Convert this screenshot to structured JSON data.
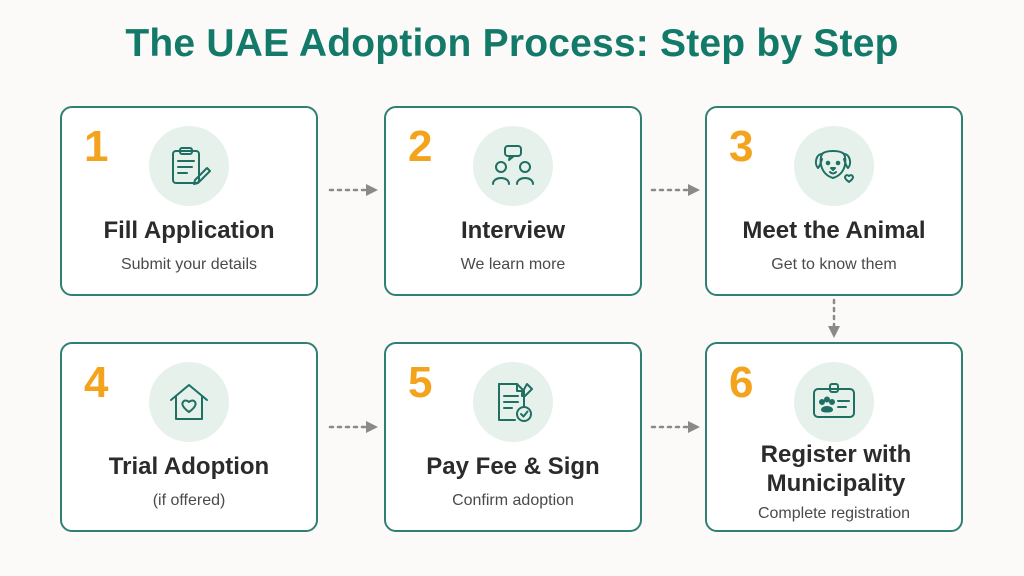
{
  "title": "The UAE Adoption Process: Step by Step",
  "steps": [
    {
      "number": "1",
      "label": "Fill Application",
      "description": "Submit your details",
      "icon": "clipboard-pencil-icon"
    },
    {
      "number": "2",
      "label": "Interview",
      "description": "We learn more",
      "icon": "people-chat-icon"
    },
    {
      "number": "3",
      "label": "Meet the Animal",
      "description": "Get to know them",
      "icon": "dog-heart-icon"
    },
    {
      "number": "4",
      "label": "Trial Adoption",
      "description": "(if offered)",
      "icon": "house-heart-icon"
    },
    {
      "number": "5",
      "label": "Pay Fee & Sign",
      "description": "Confirm adoption",
      "icon": "document-check-icon"
    },
    {
      "number": "6",
      "label": "Register with Municipality",
      "description": "Complete registration",
      "icon": "paw-id-card-icon"
    }
  ],
  "colors": {
    "title": "#137a6a",
    "border": "#2f7f73",
    "number": "#f4a31c",
    "icon_bg": "#e6f1ec",
    "icon_stroke": "#1f6f63",
    "arrow": "#8a8a8a"
  }
}
